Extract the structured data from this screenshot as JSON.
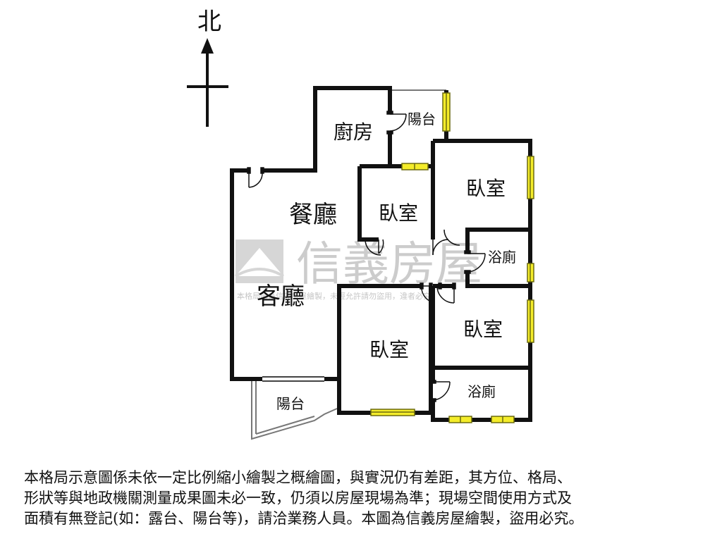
{
  "compass": {
    "label": "北"
  },
  "rooms": {
    "kitchen": "廚房",
    "balcony_north": "陽台",
    "dining": "餐廳",
    "living": "客廳",
    "bedroom_center": "臥室",
    "bedroom_ne": "臥室",
    "bath_east": "浴廁",
    "bedroom_east": "臥室",
    "bedroom_south": "臥室",
    "bath_se": "浴廁",
    "balcony_south": "陽台"
  },
  "watermark": {
    "brand": "信義房屋",
    "notice": "本格局圖為信義房屋繪製，未經允許請勿盜用，違者必究"
  },
  "disclaimer": {
    "lines": [
      "本格局示意圖係未依一定比例縮小繪製之概繪圖，與實況仍有差距，其方位、格局、",
      "形狀等與地政機關測量成果圖未必一致，仍須以房屋現場為準；現場空間使用方式及",
      "面積有無登記(如：露台、陽台等)，請洽業務人員。本圖為信義房屋繪製，盜用必究。"
    ]
  },
  "colors": {
    "wall": "#111111",
    "window_fill": "#f4ec2a",
    "window_stroke": "#6b6a10",
    "watermark": "#c9c9c9"
  }
}
